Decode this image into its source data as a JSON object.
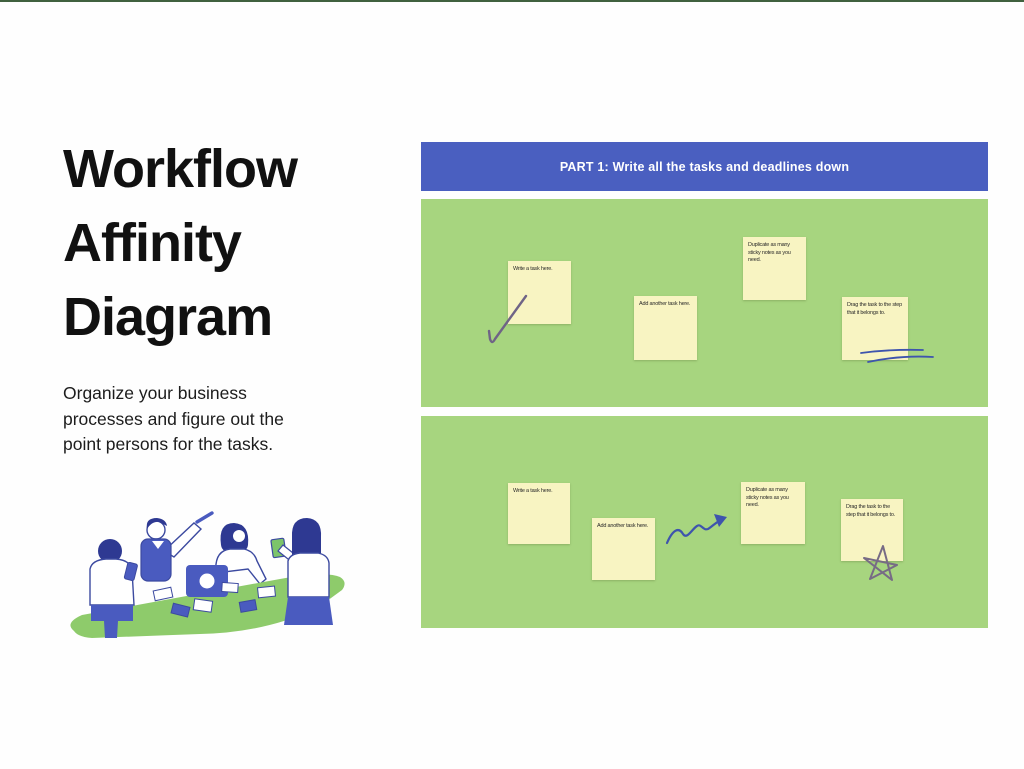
{
  "intro": {
    "title": "Workflow Affinity Diagram",
    "description": "Organize your business processes and figure out the point persons for the tasks.",
    "illustration": "team-around-table-illustration"
  },
  "board": {
    "header": {
      "label": "PART 1: Write all the tasks and deadlines down"
    },
    "panels": [
      {
        "name": "part-1-board",
        "notes": [
          {
            "text": "Write a task here."
          },
          {
            "text": "Add another task here."
          },
          {
            "text": "Duplicate as many sticky notes as you need."
          },
          {
            "text": "Drag the task to the step that it belongs to."
          }
        ],
        "annotations": [
          "checkmark-drawing",
          "double-underline-drawing"
        ]
      },
      {
        "name": "part-2-board",
        "notes": [
          {
            "text": "Write a task here."
          },
          {
            "text": "Add another task here."
          },
          {
            "text": "Duplicate as many sticky notes as you need."
          },
          {
            "text": "Drag the task to the step that it belongs to."
          }
        ],
        "annotations": [
          "wavy-arrow-drawing",
          "scribble-star-drawing"
        ]
      }
    ]
  },
  "colors": {
    "top_border": "#40613f",
    "header_bg": "#4a5fc0",
    "panel_bg": "#a7d57f",
    "note_bg": "#f8f4c2",
    "ink_blue": "#3e54ad",
    "ink_purple": "#6f6486",
    "illustration_blue": "#4a5bbf",
    "illustration_green": "#8ecb6b"
  }
}
